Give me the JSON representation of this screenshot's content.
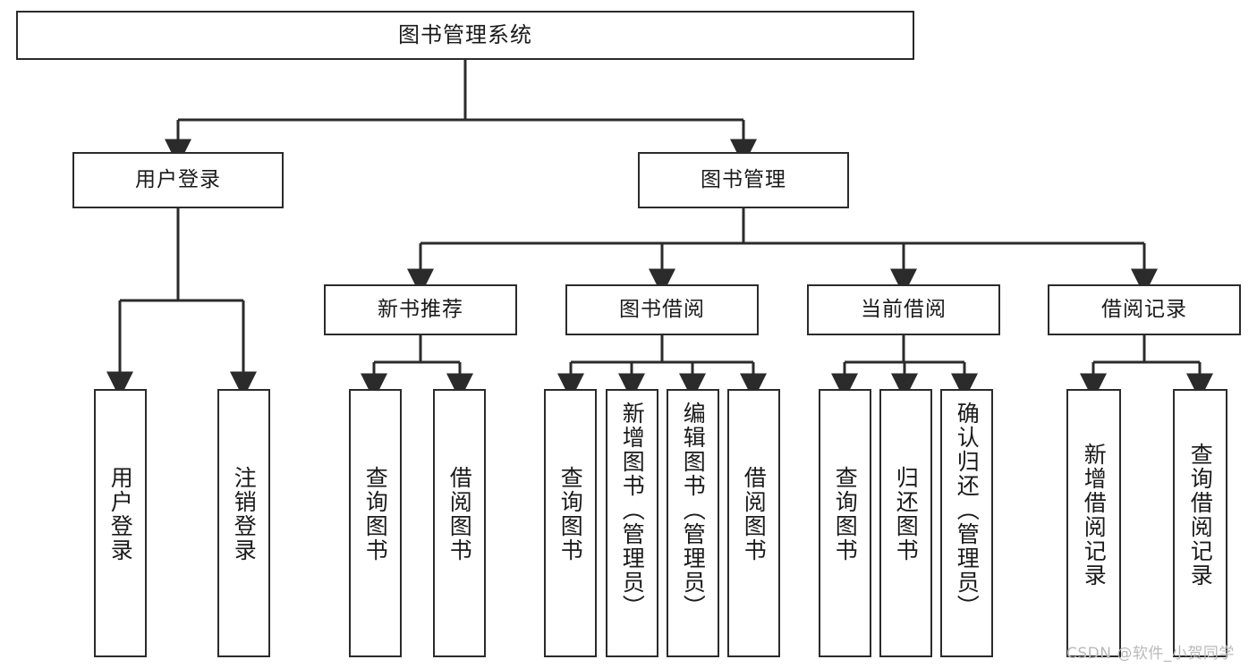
{
  "diagram": {
    "title": "图书管理系统",
    "type": "tree-hierarchy-functional-structure",
    "orientation": "top-down",
    "box_border_color": "#2b2b2b",
    "box_fill_color": "#ffffff",
    "connector_color": "#2b2b2b"
  },
  "nodes": {
    "root": {
      "label": "图书管理系统"
    },
    "level2": [
      {
        "id": "user-login",
        "label": "用户登录"
      },
      {
        "id": "book-manage",
        "label": "图书管理"
      }
    ],
    "level3": [
      {
        "id": "new-book-rec",
        "label": "新书推荐"
      },
      {
        "id": "book-borrow",
        "label": "图书借阅"
      },
      {
        "id": "current-borrow",
        "label": "当前借阅"
      },
      {
        "id": "borrow-record",
        "label": "借阅记录"
      }
    ],
    "leaves": {
      "user_login": [
        {
          "id": "leaf-user-login",
          "label": "用户登录"
        },
        {
          "id": "leaf-logout-login",
          "label": "注销登录"
        }
      ],
      "new_book_rec": [
        {
          "id": "leaf-query-book-1",
          "label": "查询图书"
        },
        {
          "id": "leaf-borrow-book-1",
          "label": "借阅图书"
        }
      ],
      "book_borrow": [
        {
          "id": "leaf-query-book-2",
          "label": "查询图书"
        },
        {
          "id": "leaf-add-book",
          "label": "新增图书（管理员）"
        },
        {
          "id": "leaf-edit-book",
          "label": "编辑图书（管理员）"
        },
        {
          "id": "leaf-borrow-book-2",
          "label": "借阅图书"
        }
      ],
      "current_borrow": [
        {
          "id": "leaf-query-book-3",
          "label": "查询图书"
        },
        {
          "id": "leaf-return-book",
          "label": "归还图书"
        },
        {
          "id": "leaf-confirm-return",
          "label": "确认归还（管理员）"
        }
      ],
      "borrow_record": [
        {
          "id": "leaf-add-record",
          "label": "新增借阅记录"
        },
        {
          "id": "leaf-query-record",
          "label": "查询借阅记录"
        }
      ]
    }
  },
  "watermark": {
    "text": "CSDN @软件_小贺同学"
  }
}
